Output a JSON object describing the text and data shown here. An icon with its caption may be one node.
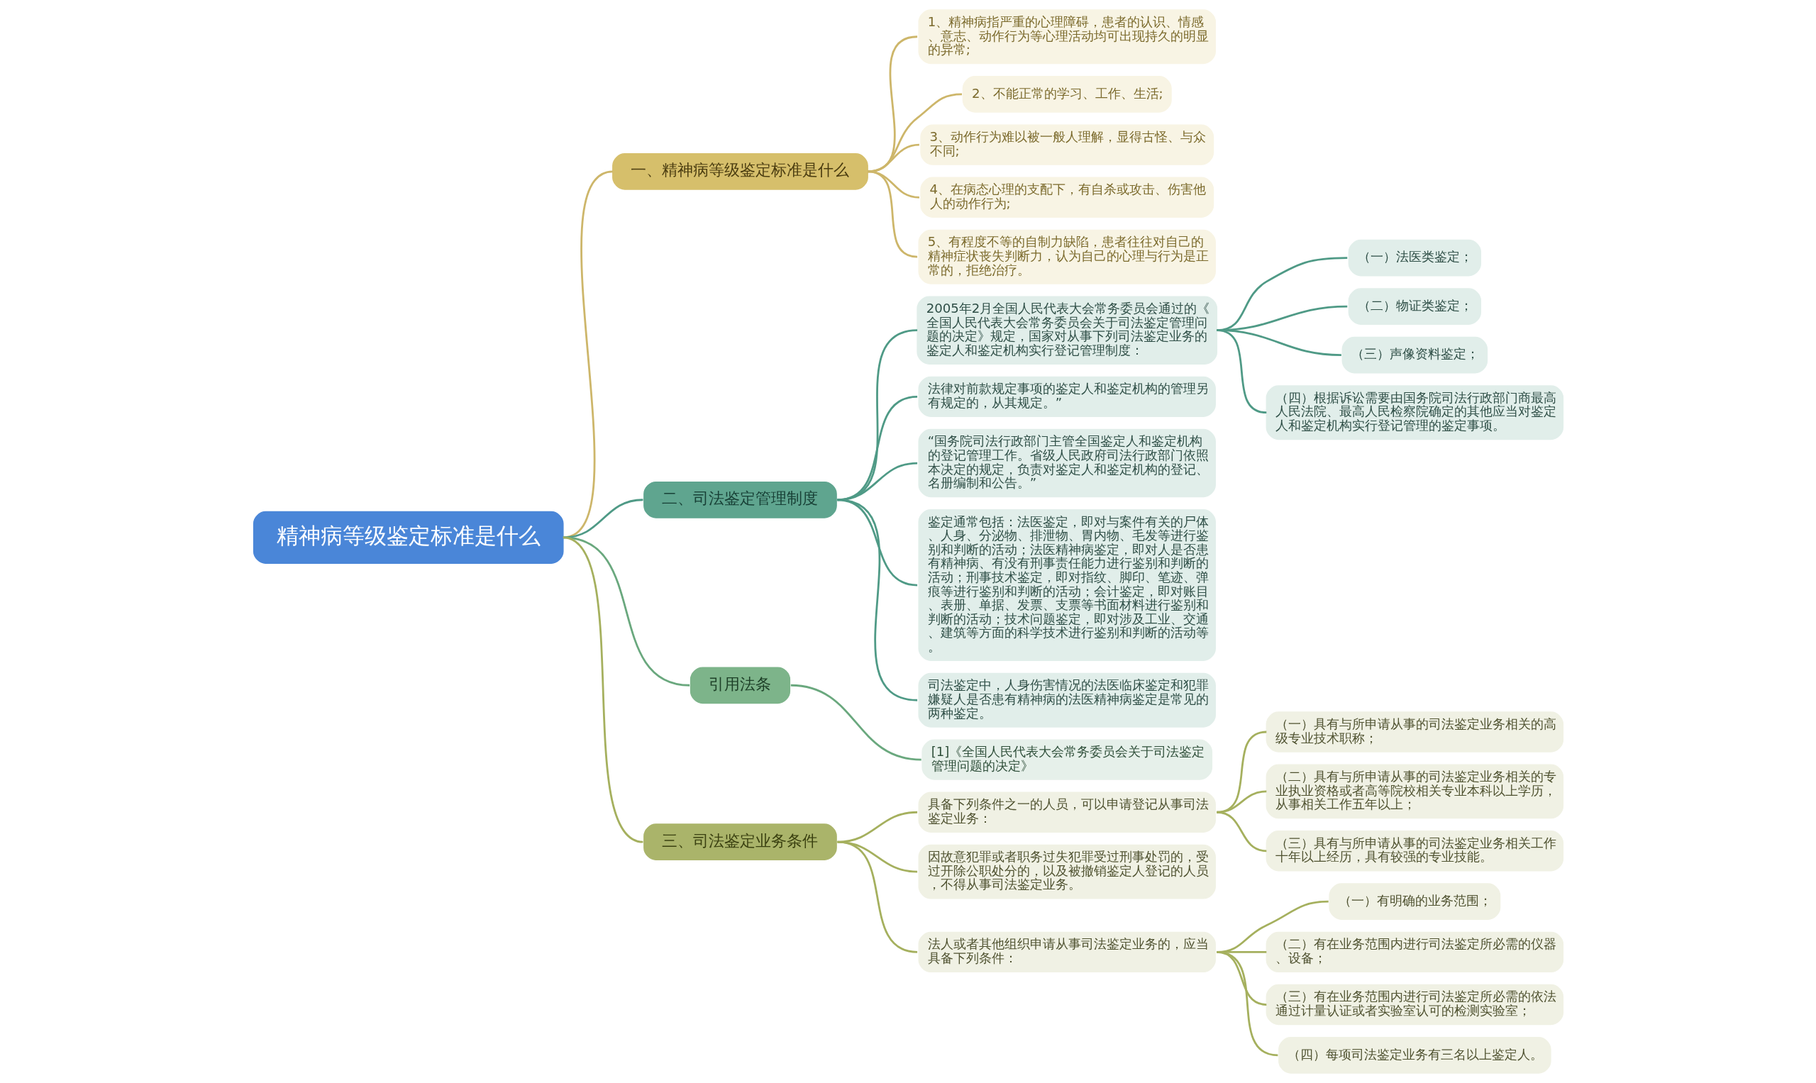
{
  "diagram": {
    "nodes": [
      {
        "text": [
          "精神病等级鉴定标准是什么"
        ]
      },
      {
        "text": [
          "一、精神病等级鉴定标准是什么"
        ]
      },
      {
        "text": [
          "1、精神病指严重的心理障碍，患者的认识、情感、意志、动作行为等心理活动均可出现持久的明显的异常;"
        ]
      },
      {
        "text": [
          "2、不能正常的学习、工作、生活;"
        ]
      },
      {
        "text": [
          "3、动作行为难以被一般人理解，显得古怪、与众不同;"
        ]
      },
      {
        "text": [
          "4、在病态心理的支配下，有自杀或攻击、伤害他人的动作行为;"
        ]
      },
      {
        "text": [
          "5、有程度不等的自制力缺陷，患者往往对自己的精神症状丧失判断力，认为自己的心理与行为是正常的，拒绝治疗。"
        ]
      },
      {
        "text": [
          "二、司法鉴定管理制度"
        ]
      },
      {
        "text": [
          "2005年2月全国人民代表大会常务委员会通过的《全国人民代表大会常务委员会关于司法鉴定管理问题的决定》规定，国家对从事下列司法鉴定业务的鉴定人和鉴定机构实行登记管理制度："
        ]
      },
      {
        "text": [
          "（一）法医类鉴定；"
        ]
      },
      {
        "text": [
          "（二）物证类鉴定；"
        ]
      },
      {
        "text": [
          "（三）声像资料鉴定；"
        ]
      },
      {
        "text": [
          "（四）根据诉讼需要由国务院司法行政部门商最高人民法院、最高人民检察院确定的其他应当对鉴定人和鉴定机构实行登记管理的鉴定事项。"
        ]
      },
      {
        "text": [
          "法律对前款规定事项的鉴定人和鉴定机构的管理另有规定的，从其规定。”"
        ]
      },
      {
        "text": [
          "“国务院司法行政部门主管全国鉴定人和鉴定机构的登记管理工作。省级人民政府司法行政部门依照本决定的规定，负责对鉴定人和鉴定机构的登记、名册编制和公告。”"
        ]
      },
      {
        "text": [
          "鉴定通常包括：法医鉴定，即对与案件有关的尸体、人身、分泌物、排泄物、胃内物、毛发等进行鉴别和判断的活动；法医精神病鉴定，即对人是否患有精神病、有没有刑事责任能力进行鉴别和判断的活动；刑事技术鉴定，即对指纹、脚印、笔迹、弹痕等进行鉴别和判断的活动；会计鉴定，即对账目、表册、单据、发票、支票等书面材料进行鉴别和判断的活动；技术问题鉴定，即对涉及工业、交通、建筑等方面的科学技术进行鉴别和判断的活动等。"
        ]
      },
      {
        "text": [
          "司法鉴定中，人身伤害情况的法医临床鉴定和犯罪嫌疑人是否患有精神病的法医精神病鉴定是常见的两种鉴定。"
        ]
      },
      {
        "text": [
          "引用法条"
        ]
      },
      {
        "text": [
          "[1]《全国人民代表大会常务委员会关于司法鉴定管理问题的决定》"
        ]
      },
      {
        "text": [
          "三、司法鉴定业务条件"
        ]
      },
      {
        "text": [
          "具备下列条件之一的人员，可以申请登记从事司法鉴定业务："
        ]
      },
      {
        "text": [
          "（一）具有与所申请从事的司法鉴定业务相关的高级专业技术职称；"
        ]
      },
      {
        "text": [
          "（二）具有与所申请从事的司法鉴定业务相关的专业执业资格或者高等院校相关专业本科以上学历，从事相关工作五年以上；"
        ]
      },
      {
        "text": [
          "（三）具有与所申请从事的司法鉴定业务相关工作十年以上经历，具有较强的专业技能。"
        ]
      },
      {
        "text": [
          "因故意犯罪或者职务过失犯罪受过刑事处罚的，受过开除公职处分的，以及被撤销鉴定人登记的人员，不得从事司法鉴定业务。"
        ]
      },
      {
        "text": [
          "法人或者其他组织申请从事司法鉴定业务的，应当具备下列条件："
        ]
      },
      {
        "text": [
          "（一）有明确的业务范围；"
        ]
      },
      {
        "text": [
          "（二）有在业务范围内进行司法鉴定所必需的仪器、设备；"
        ]
      },
      {
        "text": [
          "（三）有在业务范围内进行司法鉴定所必需的依法通过计量认证或者实验室认可的检测实验室；"
        ]
      },
      {
        "text": [
          "（四）每项司法鉴定业务有三名以上鉴定人。"
        ]
      }
    ],
    "edges": [
      {
        "from": 0,
        "to": 1,
        "arrow": "none",
        "color": "#cdb66a"
      },
      {
        "from": 1,
        "to": 2,
        "arrow": "none",
        "color": "#cdb66a"
      },
      {
        "from": 1,
        "to": 3,
        "arrow": "none",
        "color": "#cdb66a"
      },
      {
        "from": 1,
        "to": 4,
        "arrow": "none",
        "color": "#cdb66a"
      },
      {
        "from": 1,
        "to": 5,
        "arrow": "none",
        "color": "#cdb66a"
      },
      {
        "from": 1,
        "to": 6,
        "arrow": "none",
        "color": "#cdb66a"
      },
      {
        "from": 0,
        "to": 7,
        "arrow": "none",
        "color": "#4f9a86"
      },
      {
        "from": 7,
        "to": 8,
        "arrow": "none",
        "color": "#4f9a86"
      },
      {
        "from": 8,
        "to": 9,
        "arrow": "none",
        "color": "#4f9a86"
      },
      {
        "from": 8,
        "to": 10,
        "arrow": "none",
        "color": "#4f9a86"
      },
      {
        "from": 8,
        "to": 11,
        "arrow": "none",
        "color": "#4f9a86"
      },
      {
        "from": 8,
        "to": 12,
        "arrow": "none",
        "color": "#4f9a86"
      },
      {
        "from": 7,
        "to": 13,
        "arrow": "none",
        "color": "#4f9a86"
      },
      {
        "from": 7,
        "to": 14,
        "arrow": "none",
        "color": "#4f9a86"
      },
      {
        "from": 7,
        "to": 15,
        "arrow": "none",
        "color": "#4f9a86"
      },
      {
        "from": 7,
        "to": 16,
        "arrow": "none",
        "color": "#4f9a86"
      },
      {
        "from": 0,
        "to": 17,
        "arrow": "none",
        "color": "#6aa87e"
      },
      {
        "from": 17,
        "to": 18,
        "arrow": "none",
        "color": "#6aa87e"
      },
      {
        "from": 0,
        "to": 19,
        "arrow": "none"
      },
      {
        "from": 19,
        "to": 20,
        "arrow": "none"
      },
      {
        "from": 20,
        "to": 21,
        "arrow": "none"
      },
      {
        "from": 20,
        "to": 22,
        "arrow": "none"
      },
      {
        "from": 20,
        "to": 23,
        "arrow": "none"
      },
      {
        "from": 19,
        "to": 24,
        "arrow": "none"
      },
      {
        "from": 19,
        "to": 25,
        "arrow": "none"
      },
      {
        "from": 25,
        "to": 26,
        "arrow": "none"
      },
      {
        "from": 25,
        "to": 27,
        "arrow": "none"
      },
      {
        "from": 25,
        "to": 28,
        "arrow": "none"
      },
      {
        "from": 25,
        "to": 29,
        "arrow": "none"
      }
    ]
  }
}
